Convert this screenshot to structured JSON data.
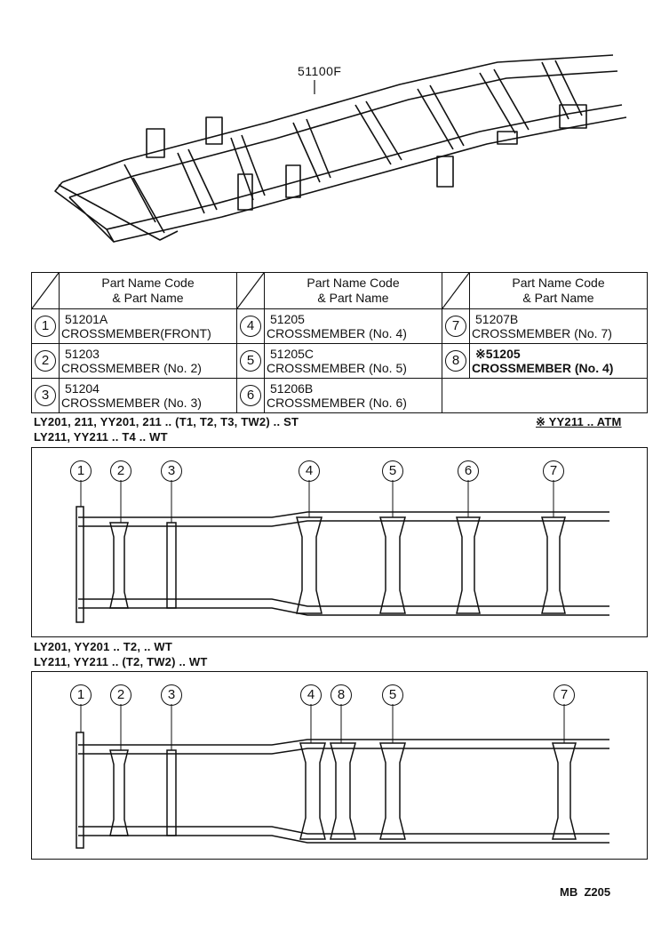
{
  "frame_assembly": {
    "code": "51100F"
  },
  "table": {
    "header": "Part Name Code\n& Part Name",
    "rows": [
      [
        {
          "num": "1",
          "code": "51201A",
          "name": "CROSSMEMBER(FRONT)"
        },
        {
          "num": "4",
          "code": "51205",
          "name": "CROSSMEMBER   (No. 4)"
        },
        {
          "num": "7",
          "code": "51207B",
          "name": "CROSSMEMBER   (No. 7)"
        }
      ],
      [
        {
          "num": "2",
          "code": "51203",
          "name": "CROSSMEMBER   (No. 2)"
        },
        {
          "num": "5",
          "code": "51205C",
          "name": "CROSSMEMBER  (No. 5)"
        },
        {
          "num": "8",
          "code": "※51205",
          "name": "CROSSMEMBER (No. 4)"
        }
      ],
      [
        {
          "num": "3",
          "code": "51204",
          "name": "CROSSMEMBER   (No. 3)"
        },
        {
          "num": "6",
          "code": "51206B",
          "name": "CROSSMEMBER  (No. 6)"
        },
        {
          "num": "",
          "code": "",
          "name": ""
        }
      ]
    ]
  },
  "notes": {
    "top_line1": "LY201, 211, YY201, 211 .. (T1, T2, T3, TW2) .. ST",
    "top_line2": "LY211, YY211 .. T4 .. WT",
    "atm_note": "※ YY211 .. ATM",
    "bottom_line1": "LY201, YY201 .. T2, .. WT",
    "bottom_line2": "LY211, YY211 .. (T2, TW2) .. WT"
  },
  "diagram1": {
    "callouts": [
      "1",
      "2",
      "3",
      "4",
      "5",
      "6",
      "7"
    ]
  },
  "diagram2": {
    "callouts": [
      "1",
      "2",
      "3",
      "4",
      "8",
      "5",
      "7"
    ]
  },
  "footer": {
    "code": "MB  Z205"
  }
}
